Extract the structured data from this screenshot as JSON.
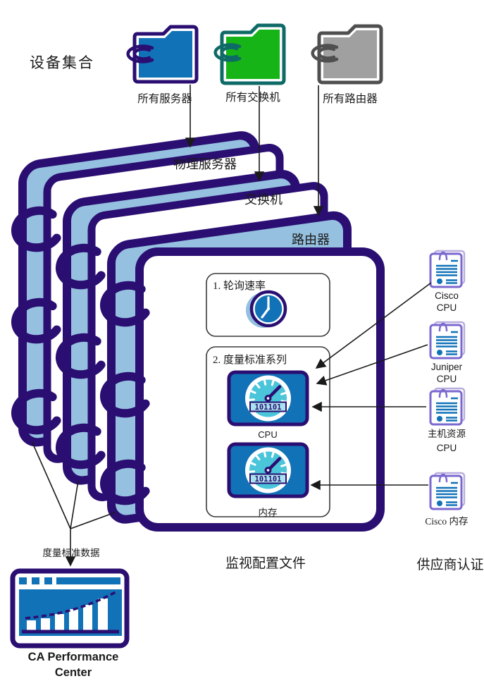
{
  "colors": {
    "navy": "#2A0E72",
    "light_blue": "#95C0DF",
    "blue": "#1172B8",
    "cyan": "#4AC5DA",
    "cyan_light": "#A9E3EF",
    "green": "#17B417",
    "teal_dark": "#0E6A66",
    "gray": "#A0A0A0",
    "gray_dark": "#4F4F4F",
    "purple": "#7B68CF",
    "purple_light": "#B9AEDE"
  },
  "device_collections": {
    "label": "设备集合",
    "folders": [
      {
        "label": "所有服务器",
        "fill": "#1172B8",
        "border": "#2A0E72"
      },
      {
        "label": "所有交换机",
        "fill": "#17B417",
        "border": "#0E6A66"
      },
      {
        "label": "所有路由器",
        "fill": "#A0A0A0",
        "border": "#4F4F4F"
      }
    ]
  },
  "binders": {
    "tabs": [
      "物理服务器",
      "交换机",
      "路由器"
    ]
  },
  "profile": {
    "caption": "监视配置文件",
    "step1_label": "1. 轮询速率",
    "step2_label": "2. 度量标准系列",
    "gauges": [
      {
        "label": "CPU",
        "value": "101101"
      },
      {
        "label": "内存",
        "value": "101101"
      }
    ]
  },
  "certifications": {
    "caption": "供应商认证",
    "items": [
      {
        "line1": "Cisco",
        "line2": "CPU"
      },
      {
        "line1": "Juniper",
        "line2": "CPU"
      },
      {
        "line1": "主机资源",
        "line2": "CPU"
      },
      {
        "line1": "Cisco 内存",
        "line2": ""
      }
    ]
  },
  "output": {
    "arrow_label": "度量标准数据",
    "product_line1": "CA Performance",
    "product_line2": "Center"
  }
}
